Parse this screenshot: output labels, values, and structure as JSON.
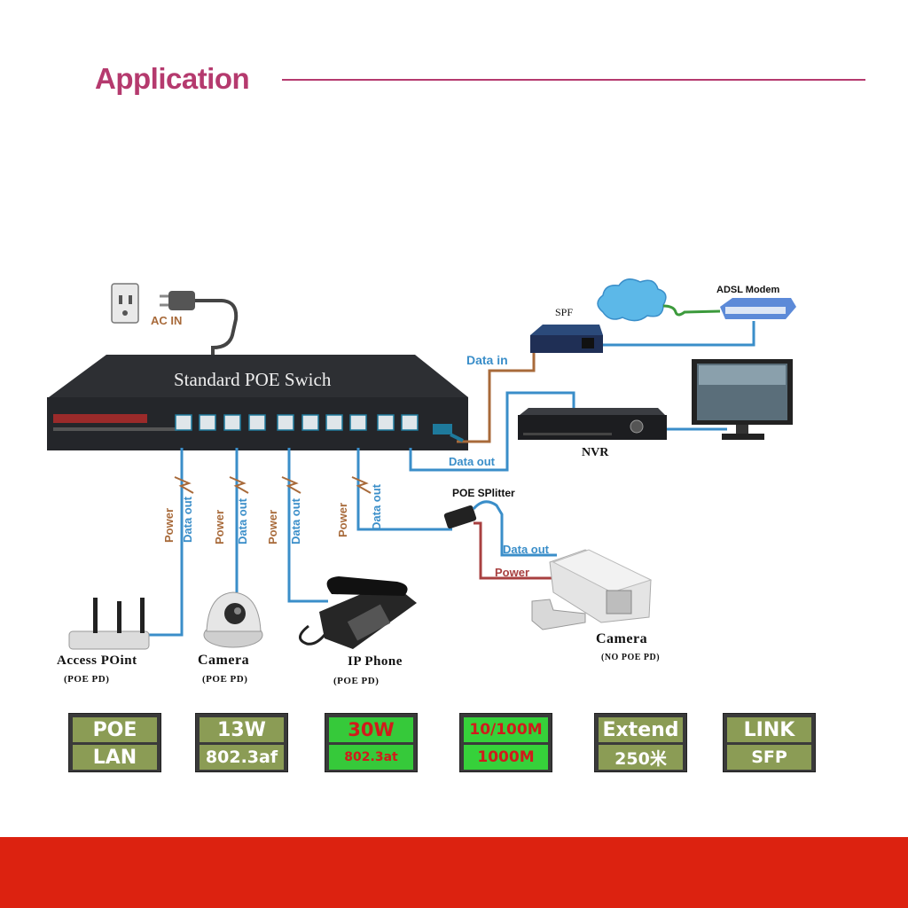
{
  "header": {
    "title": "Application",
    "accent_color": "#b53a6e"
  },
  "switch": {
    "label": "Standard POE Swich",
    "body_color": "#2a2c2f",
    "port_color": "#1e7a9c"
  },
  "labels": {
    "ac_in": "AC IN",
    "data_in": "Data in",
    "data_out": "Data out",
    "spf": "SPF",
    "adsl_modem": "ADSL Modem",
    "nvr": "NVR",
    "poe_splitter": "POE SPlitter",
    "power": "Power"
  },
  "devices": [
    {
      "name": "Access POint",
      "sub": "(POE PD)"
    },
    {
      "name": "Camera",
      "sub": "(POE PD)"
    },
    {
      "name": "IP Phone",
      "sub": "(POE PD)"
    },
    {
      "name": "Camera",
      "sub": "(NO POE PD)"
    }
  ],
  "badges": [
    {
      "top": "POE",
      "bottom": "LAN",
      "style": "olive"
    },
    {
      "top": "13W",
      "bottom": "802.3af",
      "style": "olive"
    },
    {
      "top": "30W",
      "bottom": "802.3at",
      "style": "green"
    },
    {
      "top": "10/100M",
      "bottom": "1000M",
      "style": "lime"
    },
    {
      "top": "Extend",
      "bottom": "250米",
      "style": "olive"
    },
    {
      "top": "LINK",
      "bottom": "SFP",
      "style": "olive"
    }
  ],
  "colors": {
    "data_line": "#3a8ec9",
    "power_line": "#a86a3a",
    "footer": "#dc2210"
  }
}
